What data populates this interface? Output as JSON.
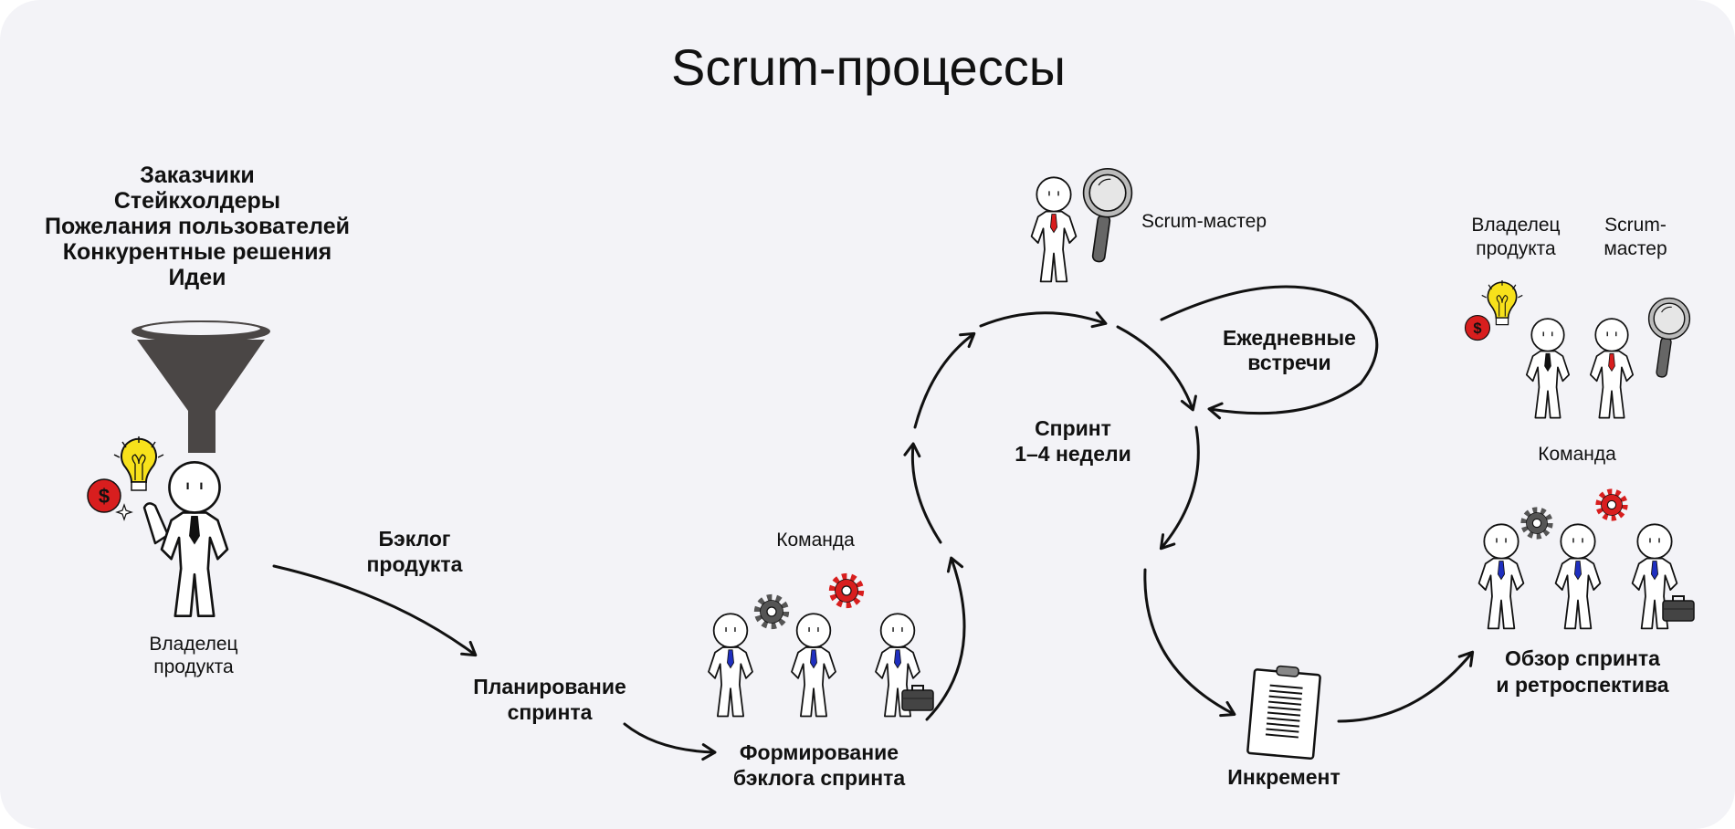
{
  "title": "Scrum-процессы",
  "sources": [
    "Заказчики",
    "Стейкхолдеры",
    "Пожелания пользователей",
    "Конкурентные решения",
    "Идеи"
  ],
  "product_owner": {
    "line1": "Владелец",
    "line2": "продукта"
  },
  "product_backlog": {
    "line1": "Бэклог",
    "line2": "продукта"
  },
  "sprint_planning": {
    "line1": "Планирование",
    "line2": "спринта"
  },
  "team_label": "Команда",
  "sprint_backlog": {
    "line1": "Формирование",
    "line2": "бэклога спринта"
  },
  "scrum_master": "Scrum-мастер",
  "daily": {
    "line1": "Ежедневные",
    "line2": "встречи"
  },
  "sprint": {
    "line1": "Спринт",
    "line2": "1–4 недели"
  },
  "increment": "Инкремент",
  "review": {
    "owner": {
      "line1": "Владелец",
      "line2": "продукта"
    },
    "master": {
      "line1": "Scrum-",
      "line2": "мастер"
    },
    "team_label": "Команда",
    "line1": "Обзор спринта",
    "line2": "и ретроспектива"
  },
  "colors": {
    "background": "#f3f3f7",
    "red": "#d81e1e",
    "yellow": "#f7e11b",
    "blue": "#1f2fbf",
    "gray": "#555555",
    "funnel": "#4a4645"
  }
}
